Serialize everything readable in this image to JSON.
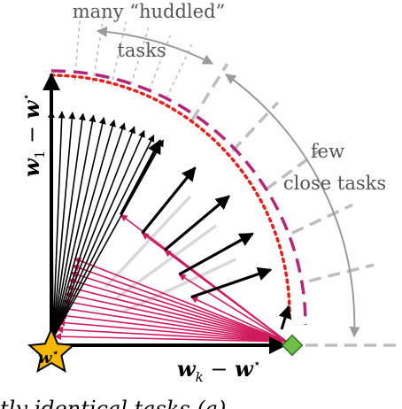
{
  "labels": {
    "top_line1": "many “huddled”",
    "top_line2": "tasks",
    "side_line1": "few",
    "side_line2": "close tasks",
    "y_axis": {
      "w": "w",
      "sub": "1",
      "minus": " − ",
      "w2": "w",
      "sup": "⋆"
    },
    "x_axis": {
      "w": "w",
      "sub": "k",
      "minus": " − ",
      "w2": "w",
      "sup": "⋆"
    },
    "star": {
      "w": "w",
      "sup": "⋆"
    },
    "bottom_caption_fragment": "tly identical tasks (a)"
  },
  "colors": {
    "black_arrow": "#000000",
    "pink_arrow": "#d11a5e",
    "red_dotted": "#e8201a",
    "magenta_dashed": "#b5257a",
    "gray_dashed": "#bdbdbd",
    "gray_arrow": "#9a9a9a",
    "star_fill": "#f5b800",
    "diamond_fill": "#6cc04a"
  },
  "diagram": {
    "huddled_task_count": 12,
    "close_task_count": 5
  }
}
